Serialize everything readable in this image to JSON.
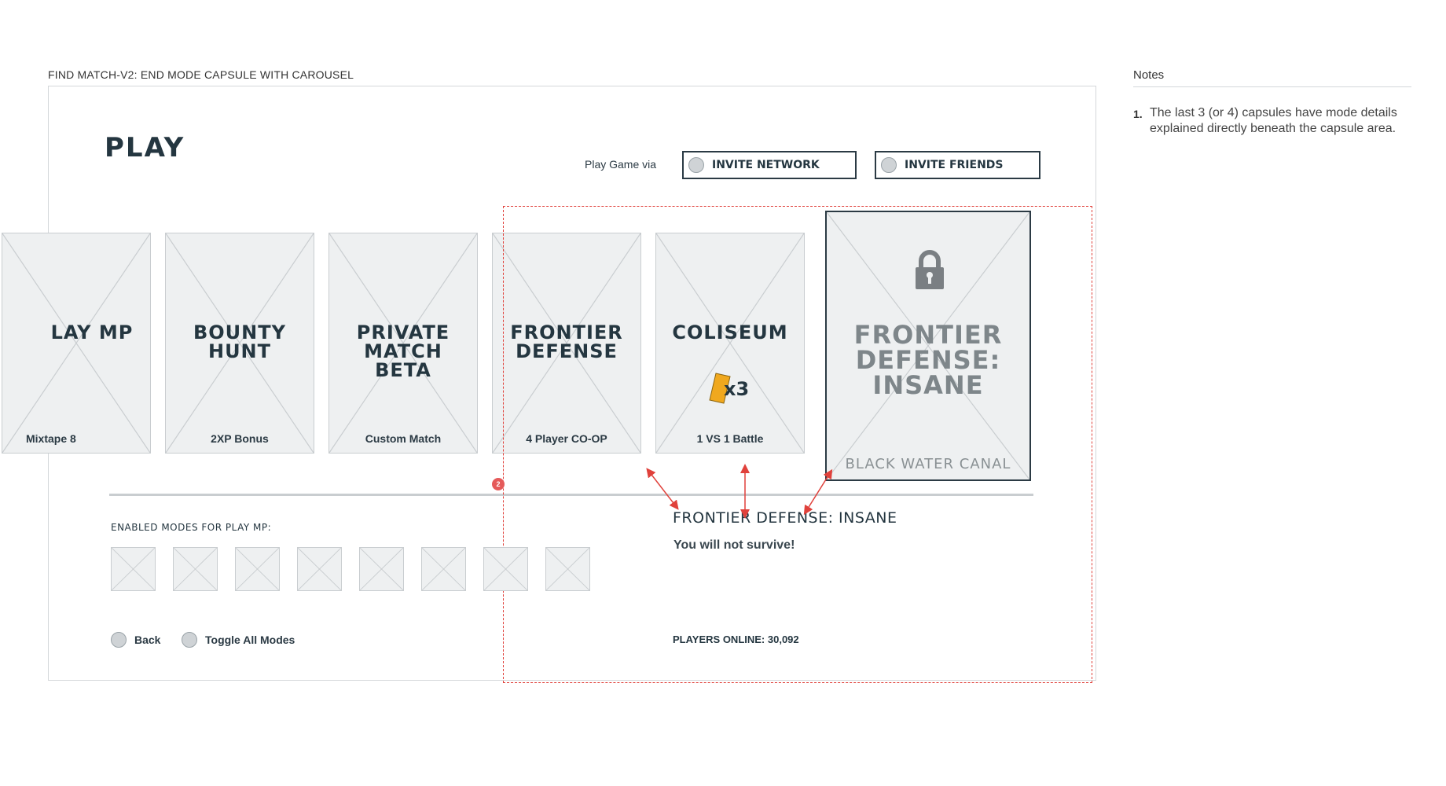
{
  "page": {
    "label": "FIND MATCH-V2: END MODE CAPSULE WITH CAROUSEL"
  },
  "header": {
    "title": "PLAY",
    "play_via_label": "Play Game via",
    "invite_network": "INVITE NETWORK",
    "invite_friends": "INVITE FRIENDS"
  },
  "capsules": [
    {
      "title": "LAY MP",
      "subtitle": "Mixtape 8"
    },
    {
      "title": "BOUNTY\nHUNT",
      "subtitle": "2XP Bonus"
    },
    {
      "title": "PRIVATE\nMATCH\nBETA",
      "subtitle": "Custom Match"
    },
    {
      "title": "FRONTIER\nDEFENSE",
      "subtitle": "4 Player CO-OP"
    },
    {
      "title": "COLISEUM",
      "subtitle": "1 VS 1 Battle",
      "badge": "x3"
    }
  ],
  "featured_capsule": {
    "title": "FRONTIER\nDEFENSE:\nINSANE",
    "subtitle": "BLACK WATER CANAL",
    "icon": "lock-icon"
  },
  "enabled_modes": {
    "label": "ENABLED MODES FOR PLAY MP:",
    "count": 8
  },
  "footer": {
    "back": "Back",
    "toggle": "Toggle All Modes"
  },
  "mode_details": {
    "name": "FRONTIER DEFENSE: INSANE",
    "description": "You will not survive!",
    "players_online": "PLAYERS ONLINE: 30,092"
  },
  "annotation": {
    "pin": "2"
  },
  "notes": {
    "title": "Notes",
    "items": [
      {
        "num": "1.",
        "text": "The last 3 (or 4) capsules have mode details explained directly beneath the capsule area."
      }
    ]
  },
  "colors": {
    "annotation": "#e0413b",
    "badge": "#f0a81e",
    "text_dark": "#243640"
  }
}
